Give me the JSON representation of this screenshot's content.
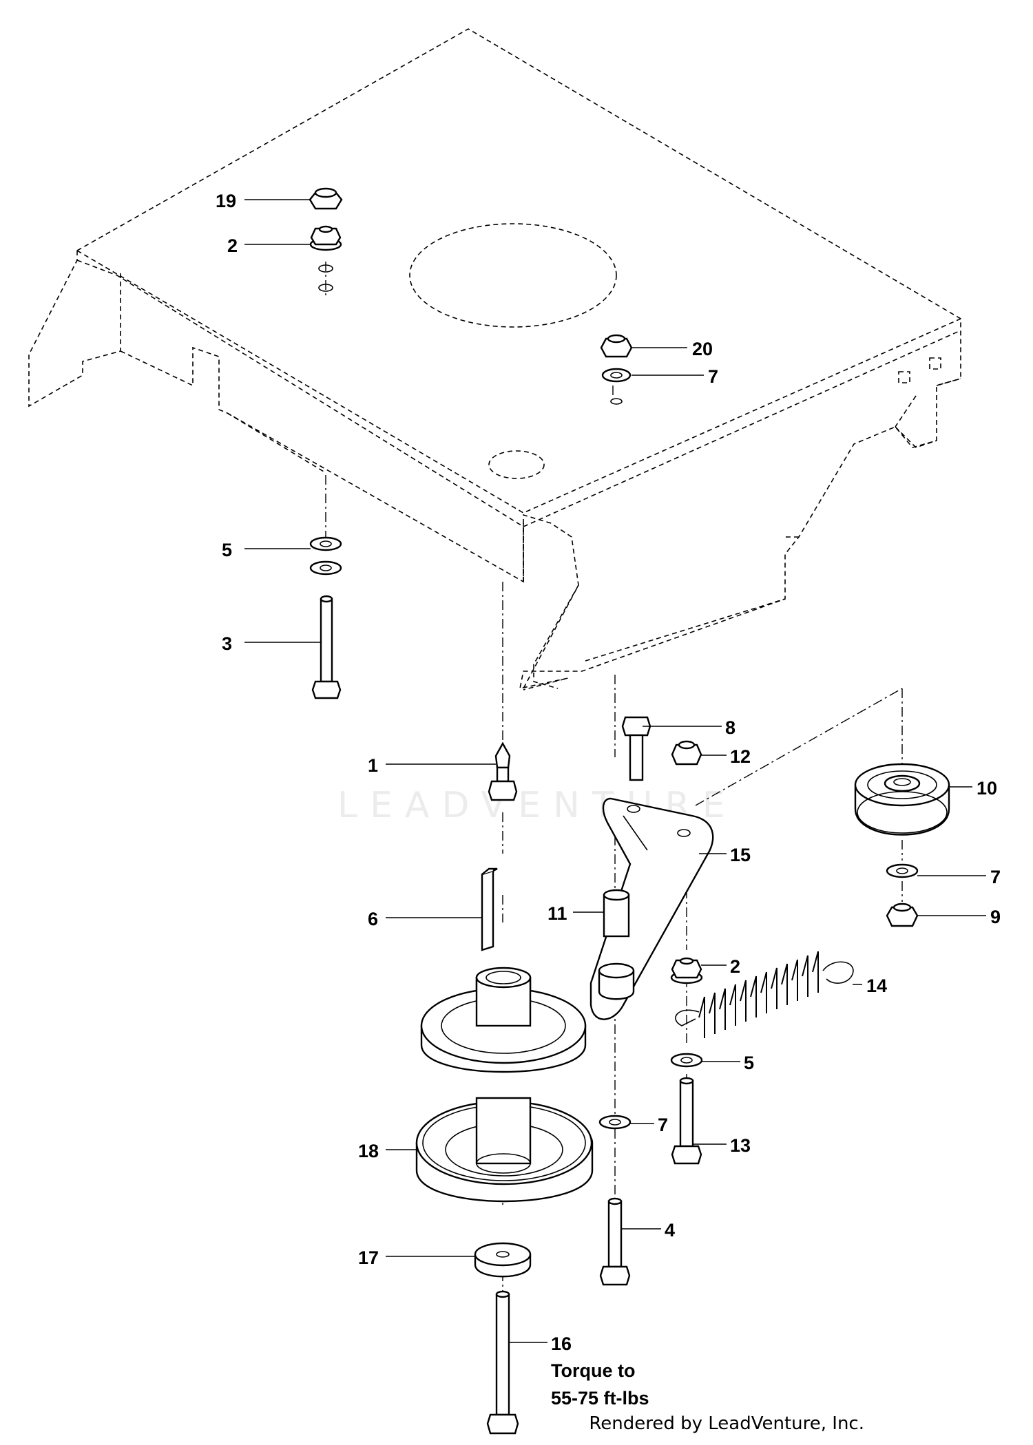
{
  "watermark": "LEADVENTURE",
  "footer": "Rendered by LeadVenture, Inc.",
  "torque_note": [
    "Torque to",
    "55-75 ft-lbs"
  ],
  "callouts": [
    {
      "id": "c19",
      "label": "19"
    },
    {
      "id": "c2a",
      "label": "2"
    },
    {
      "id": "c20",
      "label": "20"
    },
    {
      "id": "c7a",
      "label": "7"
    },
    {
      "id": "c5a",
      "label": "5"
    },
    {
      "id": "c3",
      "label": "3"
    },
    {
      "id": "c1",
      "label": "1"
    },
    {
      "id": "c8",
      "label": "8"
    },
    {
      "id": "c12",
      "label": "12"
    },
    {
      "id": "c10",
      "label": "10"
    },
    {
      "id": "c15",
      "label": "15"
    },
    {
      "id": "c7b",
      "label": "7"
    },
    {
      "id": "c9",
      "label": "9"
    },
    {
      "id": "c6",
      "label": "6"
    },
    {
      "id": "c11",
      "label": "11"
    },
    {
      "id": "c2b",
      "label": "2"
    },
    {
      "id": "c14",
      "label": "14"
    },
    {
      "id": "c5b",
      "label": "5"
    },
    {
      "id": "c18",
      "label": "18"
    },
    {
      "id": "c7c",
      "label": "7"
    },
    {
      "id": "c13",
      "label": "13"
    },
    {
      "id": "c4",
      "label": "4"
    },
    {
      "id": "c17",
      "label": "17"
    },
    {
      "id": "c16",
      "label": "16"
    }
  ]
}
